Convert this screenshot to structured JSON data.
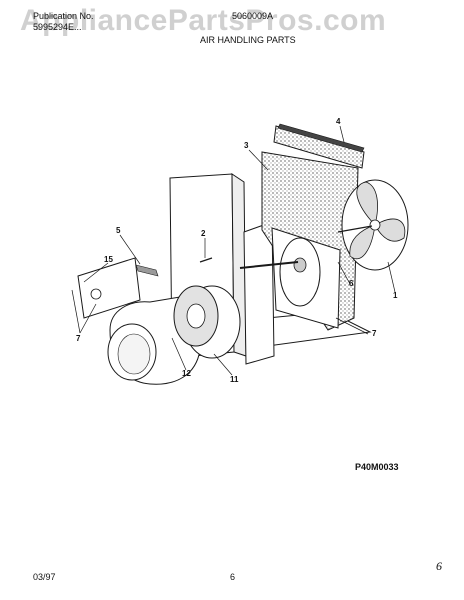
{
  "header": {
    "publication_label": "Publication No.",
    "publication_number": "5995294E...",
    "model_number": "5060009A",
    "section_title": "AIR HANDLING PARTS"
  },
  "watermark": "AppliancePartsPros.com",
  "callouts": [
    "4",
    "3",
    "2",
    "5",
    "15",
    "6",
    "1",
    "7",
    "7",
    "12",
    "11"
  ],
  "figure_code": "P40M0033",
  "footer": {
    "date": "03/97",
    "page": "6",
    "handwritten_mark": "6"
  },
  "colors": {
    "line": "#1a1a1a",
    "shading": "#9a9a9a",
    "watermark": "#969696"
  }
}
